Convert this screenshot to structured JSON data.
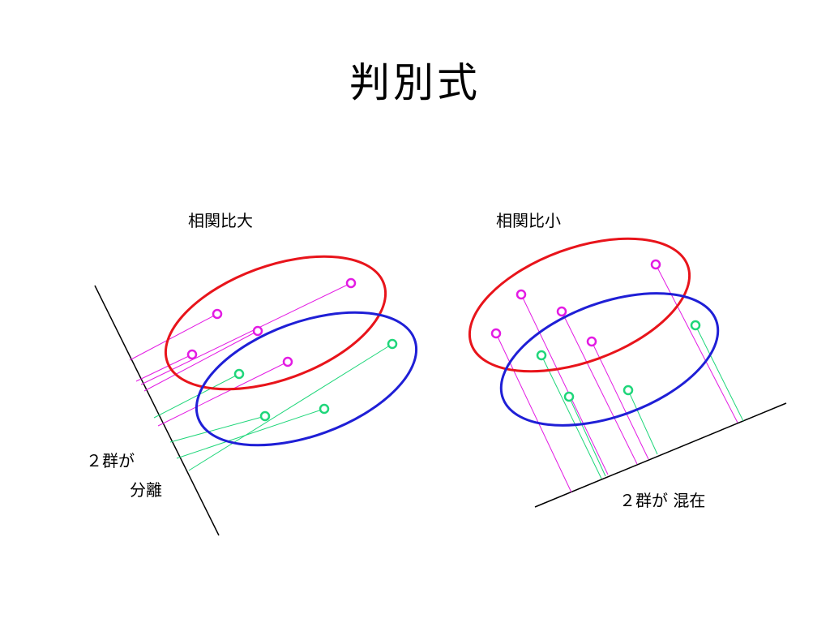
{
  "title": "判別式",
  "left_panel": {
    "heading": "相関比大",
    "note_line1": "２群が",
    "note_line2": "分離"
  },
  "right_panel": {
    "heading": "相関比小",
    "note": "２群が 混在"
  },
  "colors": {
    "group1_ellipse": "#e8141b",
    "group2_ellipse": "#1f1fd6",
    "group1_points": "#e31be3",
    "group2_points": "#1fd67a",
    "axis": "#000000"
  }
}
